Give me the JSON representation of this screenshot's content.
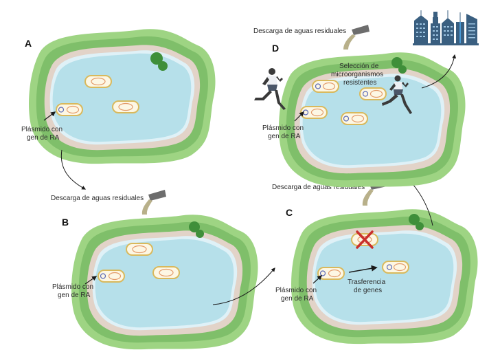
{
  "colors": {
    "grass_outer": "#9ed483",
    "grass_inner": "#7fbf6a",
    "sand": "#e2d3c8",
    "water_rim": "#dff1f7",
    "water": "#b6e0ea",
    "bush": "#3f8f3a",
    "bacteria_fill": "#fdf7e4",
    "bacteria_stroke": "#d9b95c",
    "chromosome": "#e39a6a",
    "plasmid": "#5b6ab8",
    "cross": "#c9302c",
    "pipe": "#6d6d6d",
    "wastewater": "#b8b08a",
    "city": "#3a5f80",
    "city_accent": "#4a9ad6"
  },
  "panels": {
    "A": {
      "letter": "A",
      "plasmid_label": [
        "Plásmido con",
        "gen de RA"
      ]
    },
    "B": {
      "letter": "B",
      "discharge_label": "Descarga  de aguas residuales",
      "plasmid_label": [
        "Plásmido con",
        "gen de RA"
      ]
    },
    "C": {
      "letter": "C",
      "discharge_label": "Descarga  de aguas residuales",
      "plasmid_label": [
        "Plásmido con",
        "gen de RA"
      ],
      "transfer_label": [
        "Trasferencia",
        "de genes"
      ]
    },
    "D": {
      "letter": "D",
      "discharge_label": "Descarga  de aguas residuales",
      "plasmid_label": [
        "Plásmido con",
        "gen de RA"
      ],
      "selection_label": [
        "Selección de",
        "microorganismos",
        "resistentes"
      ]
    }
  },
  "icons": [
    "pond-icon",
    "bacterium-icon",
    "plasmid-icon",
    "bush-icon",
    "pipe-icon",
    "wastewater-icon",
    "runner-icon",
    "city-icon",
    "cross-icon",
    "arrow-icon"
  ]
}
